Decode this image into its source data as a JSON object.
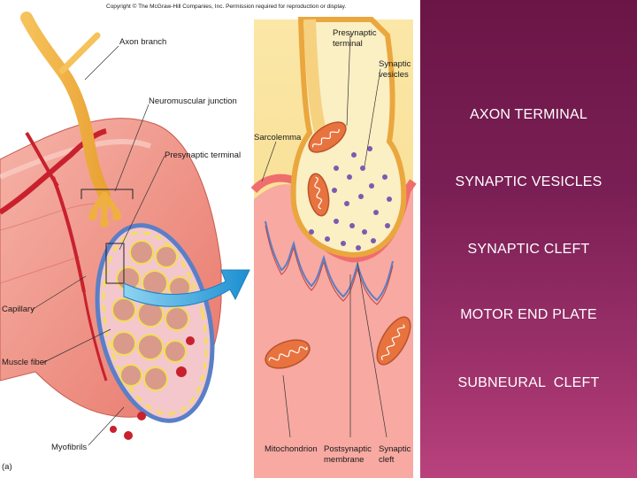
{
  "figure": {
    "copyright": "Copyright © The McGraw-Hill Companies, Inc. Permission required for reproduction or display.",
    "panel_label": "(a)",
    "labels": {
      "axon_branch": "Axon branch",
      "neuromuscular_junction": "Neuromuscular junction",
      "presynaptic_terminal_left": "Presynaptic terminal",
      "capillary": "Capillary",
      "muscle_fiber": "Muscle fiber",
      "myofibrils": "Myofibrils",
      "presynaptic_terminal_line1": "Presynaptic",
      "presynaptic_terminal_line2": "terminal",
      "synaptic_vesicles_line1": "Synaptic",
      "synaptic_vesicles_line2": "vesicles",
      "sarcolemma": "Sarcolemma",
      "mitochondrion": "Mitochondrion",
      "postsynaptic_membrane_line1": "Postsynaptic",
      "postsynaptic_membrane_line2": "membrane",
      "synaptic_cleft_line1": "Synaptic",
      "synaptic_cleft_line2": "cleft"
    }
  },
  "panel": {
    "terms": [
      "AXON TERMINAL",
      "SYNAPTIC VESICLES",
      "SYNAPTIC CLEFT",
      "MOTOR END PLATE",
      "SUBNEURAL  CLEFT"
    ]
  }
}
